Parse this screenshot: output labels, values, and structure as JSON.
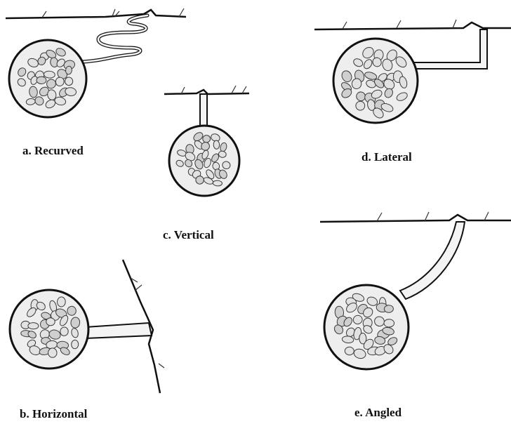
{
  "diagram": {
    "panels": [
      {
        "id": "a",
        "caption": "a. Recurved"
      },
      {
        "id": "b",
        "caption": "b. Horizontal"
      },
      {
        "id": "c",
        "caption": "c. Vertical"
      },
      {
        "id": "d",
        "caption": "d. Lateral"
      },
      {
        "id": "e",
        "caption": "e. Angled"
      }
    ]
  },
  "colors": {
    "ink": "#111111",
    "stalk_fill": "#f4f4f4",
    "cyst_fill": "#eeeeee",
    "cell_stroke": "#3a3a3a"
  }
}
